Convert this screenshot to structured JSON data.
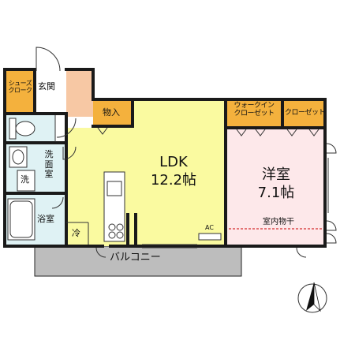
{
  "rooms": {
    "shoes_cloak": "シューズ\nクローク",
    "entrance": "玄関",
    "storage": "物入",
    "walkin_closet": "ウォークイン\nクローゼット",
    "closet": "クローゼット",
    "washroom": "洗\n面\n室",
    "washer": "洗",
    "bath": "浴室",
    "ldk_name": "LDK",
    "ldk_size": "12.2帖",
    "western_name": "洋室",
    "western_size": "7.1帖",
    "fridge": "冷",
    "ac": "AC",
    "indoor_dry": "室内物干",
    "balcony": "バルコニー"
  },
  "colors": {
    "wall": "#1a1a1a",
    "ldk": "#fafaa0",
    "western": "#fde8ea",
    "entrance": "#f7c8a4",
    "closets": "#f4b13d",
    "wet_area": "#dff2f4",
    "balcony": "#bdbdbd"
  },
  "icons": [
    "north-arrow-icon",
    "toilet-icon",
    "sink-icon",
    "bathtub-icon",
    "stove-icon"
  ]
}
